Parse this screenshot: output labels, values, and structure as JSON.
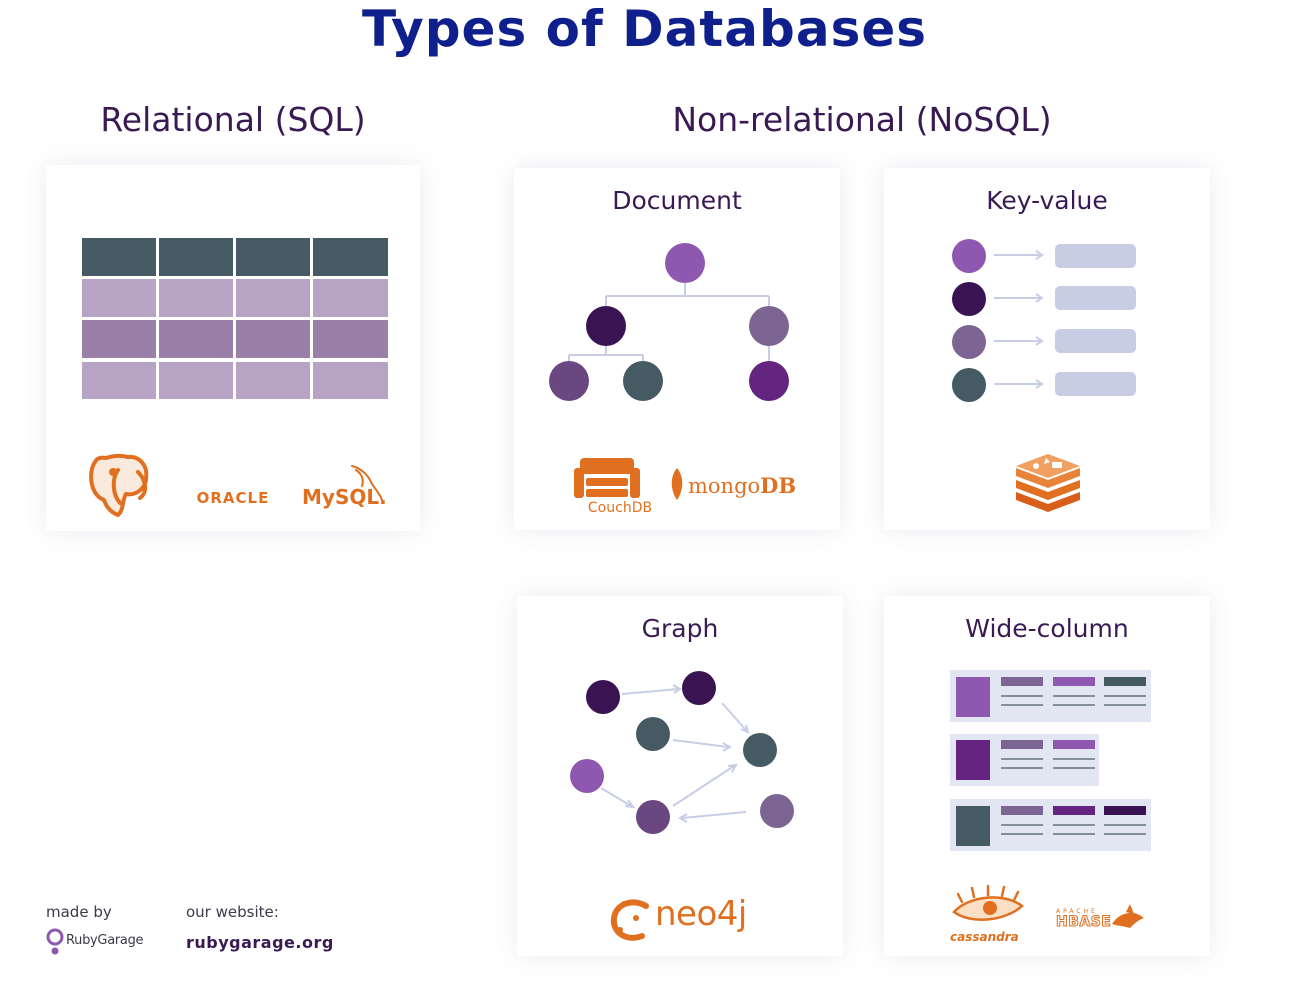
{
  "title": "Types of Databases",
  "relational": {
    "heading": "Relational (SQL)",
    "logos": {
      "oracle": "ORACLE",
      "mysql": "MySQL."
    }
  },
  "nonrelational": {
    "heading": "Non-relational (NoSQL)",
    "document": {
      "title": "Document",
      "logos": {
        "couchdb": "CouchDB",
        "mongodb_prefix": "mongo",
        "mongodb_suffix": "DB"
      }
    },
    "keyvalue": {
      "title": "Key-value"
    },
    "graph": {
      "title": "Graph",
      "logos": {
        "neo4j": "neo4j"
      }
    },
    "widecolumn": {
      "title": "Wide-column",
      "logos": {
        "cassandra": "cassandra",
        "hbase_top": "APACHE",
        "hbase": "HBASE"
      }
    }
  },
  "footer": {
    "made_by_label": "made by",
    "brand": "RubyGarage",
    "website_label": "our website:",
    "website": "rubygarage.org"
  },
  "colors": {
    "title": "#0f1f8c",
    "heading": "#3a1a52",
    "table_header": "#465a64",
    "table_light": "#b7a4c4",
    "table_dark": "#9a7fa8",
    "logo_orange": "#e07020",
    "kv_bar": "#c8cde6"
  }
}
